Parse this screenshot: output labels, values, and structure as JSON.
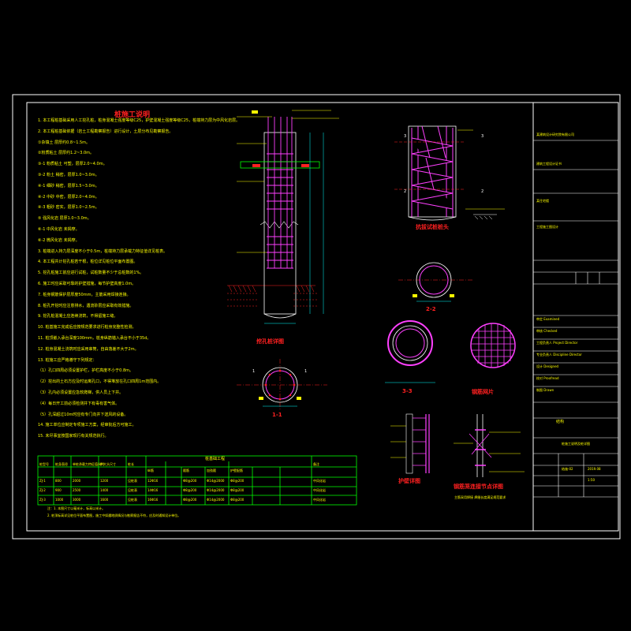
{
  "notes": {
    "title": "桩施工说明",
    "lines": [
      "1. 本工程桩基础采用人工挖孔桩，桩身混凝土强度等级C25，护壁混凝土强度等级C25，桩端持力层为中风化岩层。",
      "2. 本工程桩基础依据（岩土工程勘察报告）进行设计，土层分布见勘察报告。",
      "①杂填土 层厚约0.8~1.5m。",
      "②粉质粘土 层厚约1.2~3.0m。",
      "③-1 粉质粘土 可塑，层厚2.0~4.0m。",
      "③-2 粉土 稍密，层厚1.0~3.0m。",
      "④-1 细砂 稍密，层厚1.5~3.0m。",
      "④-2 中砂 中密，层厚2.0~4.0m。",
      "④-3 粗砂 密实，层厚1.0~2.5m。",
      "⑤ 强风化岩 层厚1.0~3.0m。",
      "⑥-1 中风化岩 未揭穿。",
      "⑥-2 微风化岩 未揭穿。",
      "3. 桩端进入持力层深度不小于0.5m，桩端持力层承载力特征值详见桩表。",
      "4. 本工程共计挖孔桩若干根，桩位详见桩位平面布置图。",
      "5. 挖孔桩施工前应进行试桩，试桩数量不少于总桩数的1%。",
      "6. 施工时应采取可靠的护壁措施，每节护壁高度1.0m。",
      "7. 桩身钢筋保护层厚度50mm，主筋采用焊接连接。",
      "8. 桩孔开挖时应注意排水，遇流砂层应采取有效措施。",
      "9. 挖孔桩混凝土应连续浇筑，不得留施工缝。",
      "10. 桩基施工完成后应按规范要求进行桩身完整性检测。",
      "11. 桩顶嵌入承台深度100mm，桩身纵筋锚入承台不小于35d。",
      "12. 桩身混凝土浇筑时应采用串筒，自由落差不大于2m。",
      "13. 桩施工应严格遵守下列规定：",
      "（1）孔口四周必须设置护栏，护栏高度不小于0.8m。",
      "（2）挖出的土石方应及时运离孔口，不得堆放在孔口四周1m范围内。",
      "（3）孔内必须设置应急软爬梯，供人员上下井。",
      "（4）每日开工前必须检测井下有毒有害气体。",
      "（5）孔深超过10m时应有专门向井下送风的设备。",
      "14. 施工单位应制定专项施工方案，经审批后方可施工。",
      "15. 未尽事宜按国家现行有关规范执行。"
    ],
    "footnotes": [
      "注：1. 本图尺寸以毫米计，标高以米计。",
      "2. 桩顶标高详见桩位平面布置图，施工中如遇地质情况与勘察报告不符，应及时通知设计单位。"
    ]
  },
  "pile_table": {
    "title": "桩基础工程",
    "headers": [
      "桩型号",
      "桩身直径",
      "单桩承载力特征值(kN)",
      "扩大头尺寸",
      "桩长",
      "纵筋",
      "箍筋",
      "加劲箍",
      "护壁配筋",
      "备注"
    ],
    "rows": [
      [
        "ZJ-1",
        "800",
        "2000",
        "1200",
        "见桩表",
        "12Φ16",
        "Φ8@200",
        "Φ14@2000",
        "Φ8@200",
        "中风化岩"
      ],
      [
        "ZJ-2",
        "900",
        "2500",
        "1400",
        "见桩表",
        "14Φ16",
        "Φ8@200",
        "Φ14@2000",
        "Φ8@200",
        "中风化岩"
      ],
      [
        "ZJ-3",
        "1000",
        "3000",
        "1600",
        "见桩表",
        "16Φ16",
        "Φ8@200",
        "Φ14@2000",
        "Φ8@200",
        "中风化岩"
      ]
    ]
  },
  "drawings": {
    "pile_detail_title": "挖孔桩详图",
    "test_pile_title": "抗拔试桩桩头",
    "section_1": "1-1",
    "section_2": "2-2",
    "section_3": "3-3",
    "mesh_title": "钢筋网片",
    "wall_title": "护壁详图",
    "node_title": "钢筋笼连接节点详图",
    "node_note": "主筋采用焊接 焊缝长度满足规范要求",
    "label_1": "1",
    "label_2": "2",
    "label_3": "3"
  },
  "title_block": {
    "company": "某建筑设计研究院有限公司",
    "cert": "建筑工程设计证书",
    "project": "某住宅楼",
    "stage": "工程施工图设计",
    "drawing_name": "桩施工说明及桩详图",
    "drawing_label": "结构",
    "drawing_no": "结施-02",
    "date": "2019.08",
    "scale": "1:50",
    "rows": [
      "审定 Examined",
      "审核 Checked",
      "工程负责人 Project Director",
      "专业负责人 Discipline Director",
      "设计 Designed",
      "校对 Proofread",
      "制图 Drawn"
    ]
  },
  "colors": {
    "background": "#000000",
    "frame": "#ffffff",
    "rebar": "#ff40ff",
    "text_primary": "#ffff00",
    "title_text": "#ff2020",
    "dimension": "#00ffff",
    "table": "#00ff00"
  }
}
